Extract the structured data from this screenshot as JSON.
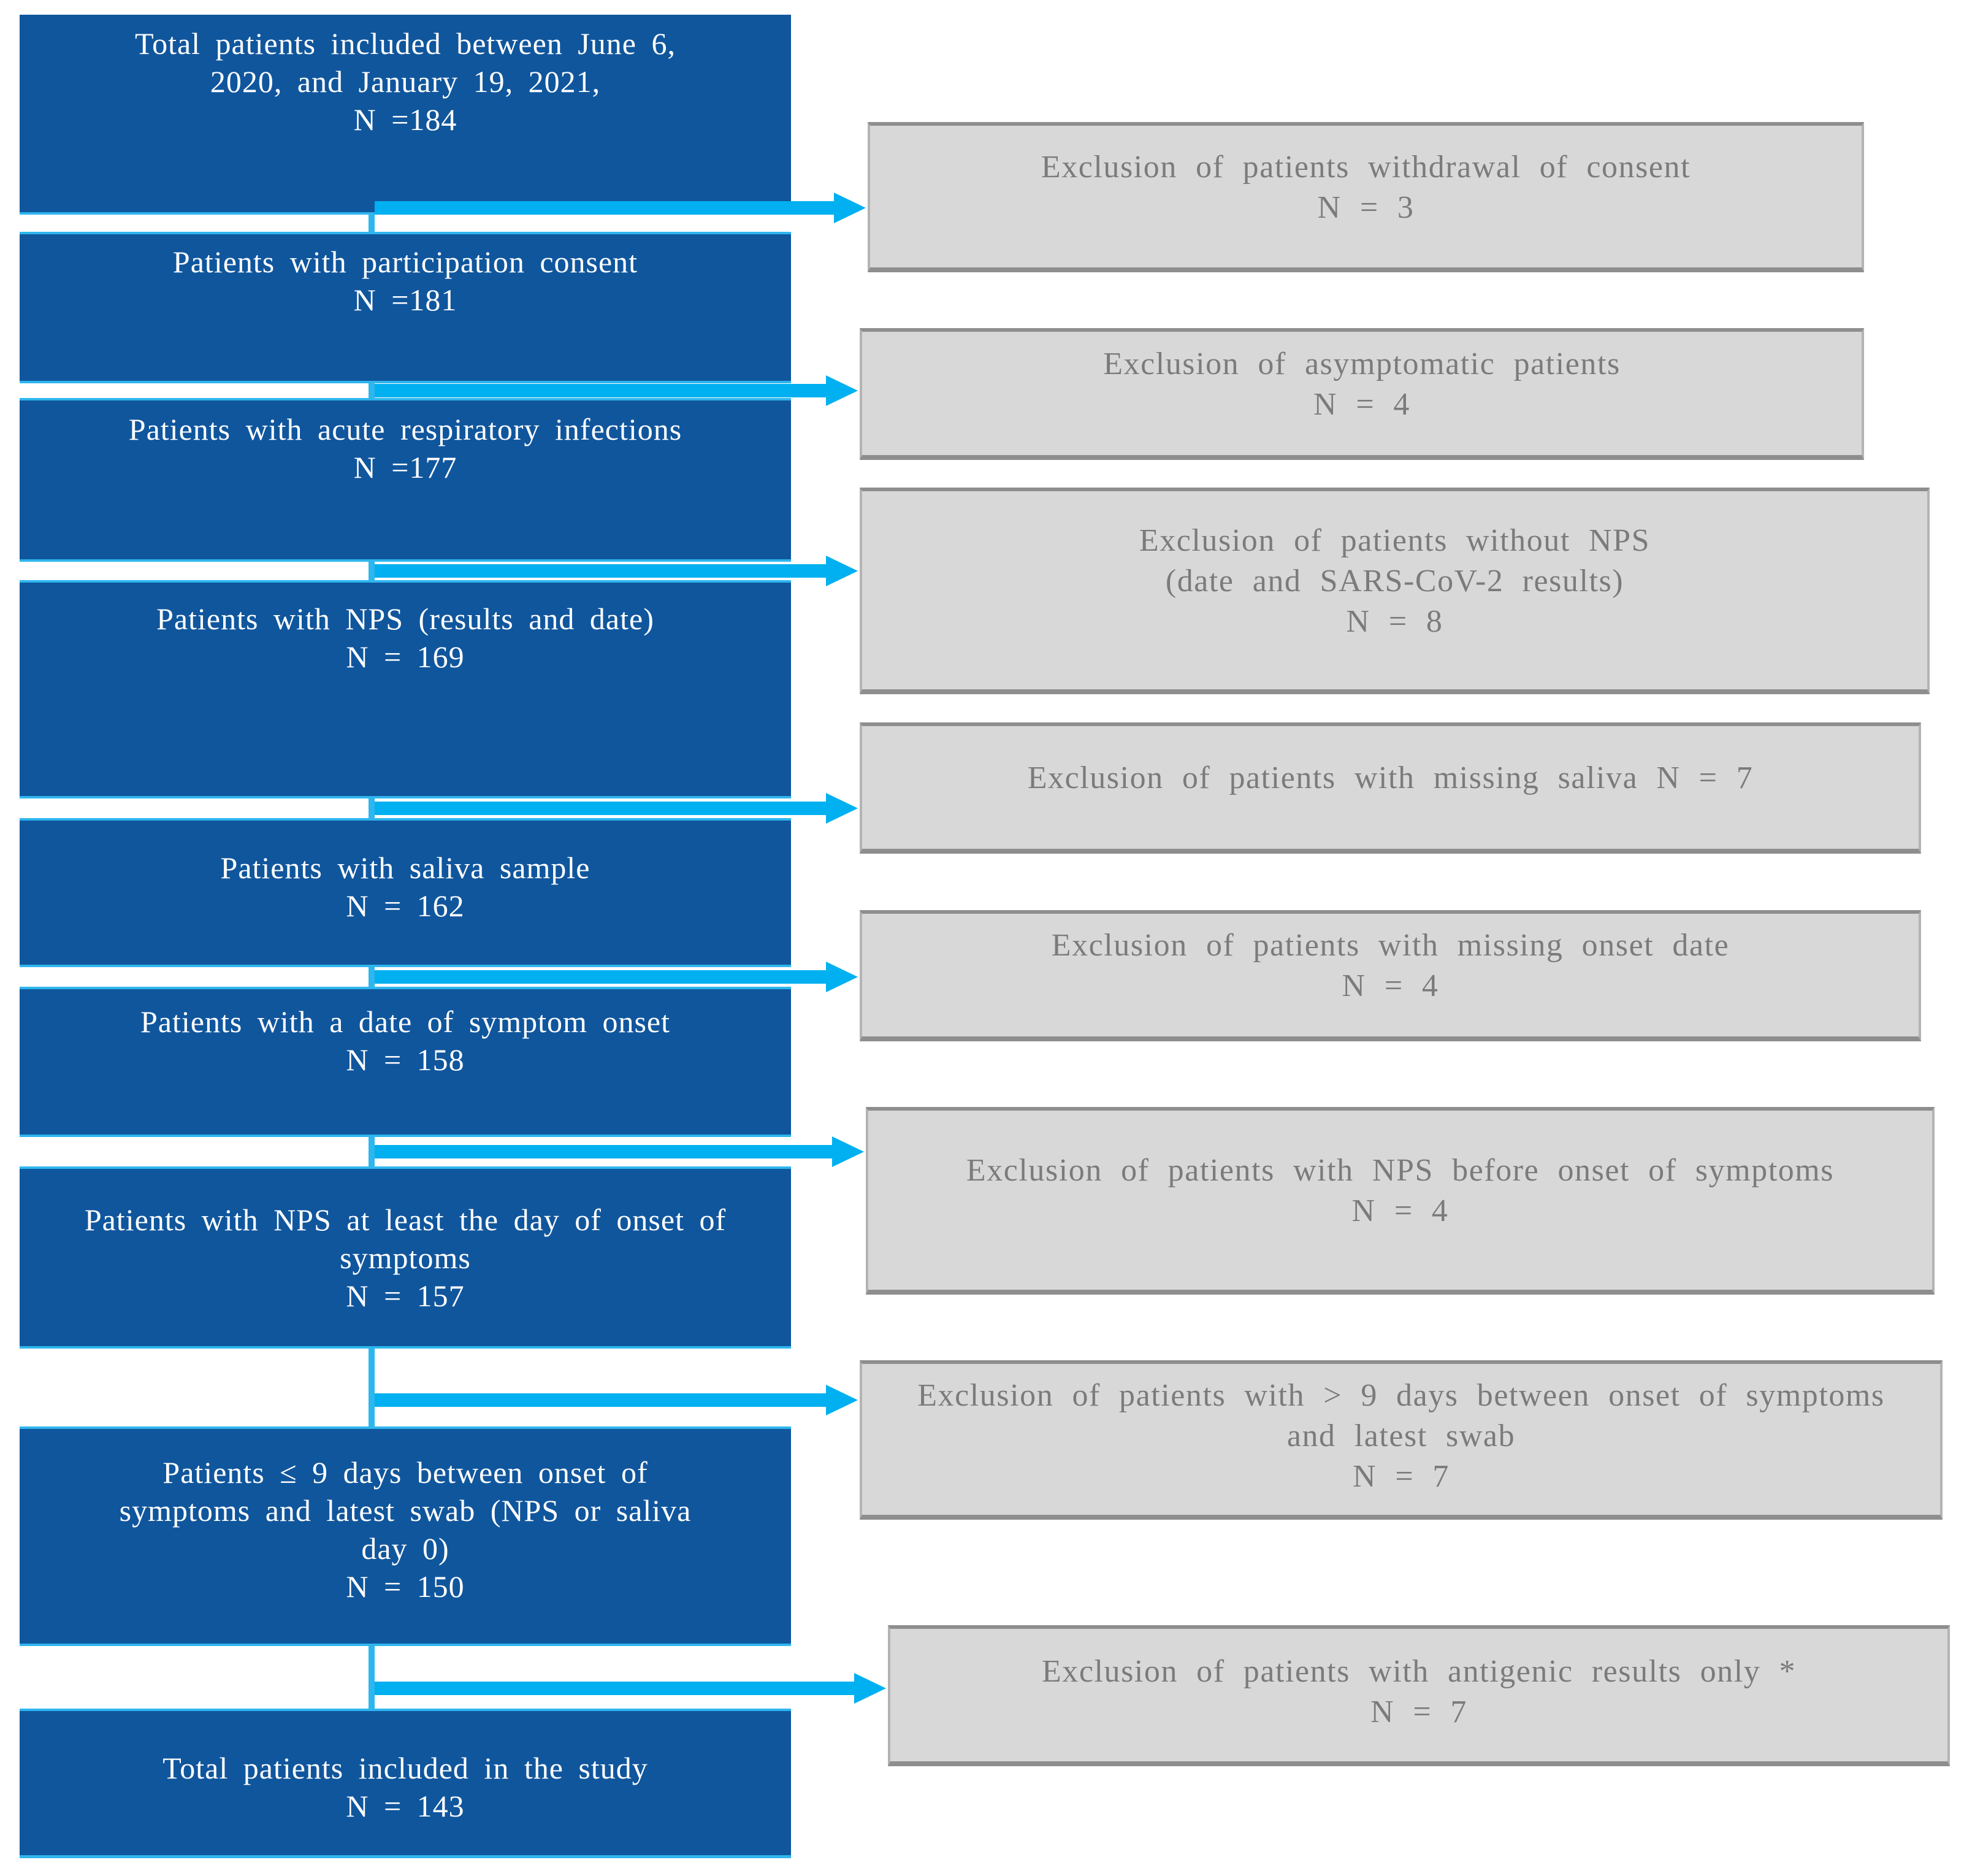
{
  "diagram": {
    "type": "patient-flowchart",
    "colors": {
      "flow_box_fill": "#10569d",
      "flow_box_text": "#ffffff",
      "arrow_cyan": "#00b0f0",
      "connector_cyan": "#2eb6ee",
      "exclusion_fill": "#d8d8d8",
      "exclusion_border": "#8e8e8e",
      "exclusion_text": "#7b7b7b"
    },
    "main_boxes": [
      {
        "lines": [
          "Total patients included between June 6,",
          "2020, and January 19, 2021,",
          "N =184"
        ]
      },
      {
        "lines": [
          "Patients with participation consent",
          "N =181"
        ]
      },
      {
        "lines": [
          "Patients with acute respiratory infections",
          "N =177"
        ]
      },
      {
        "lines": [
          "Patients with NPS (results and date)",
          "N = 169"
        ]
      },
      {
        "lines": [
          "Patients with saliva sample",
          "N = 162"
        ]
      },
      {
        "lines": [
          "Patients with a date of symptom onset",
          "N = 158"
        ]
      },
      {
        "lines": [
          "Patients with NPS at least the day of onset of",
          "symptoms",
          "N = 157"
        ]
      },
      {
        "lines": [
          "Patients ≤ 9 days between onset of",
          "symptoms and latest swab (NPS or saliva",
          "day 0)",
          "N = 150"
        ]
      },
      {
        "lines": [
          "Total patients included in the study",
          "N = 143"
        ]
      }
    ],
    "exclusion_boxes": [
      {
        "lines": [
          "Exclusion of patients withdrawal of consent",
          "N = 3"
        ]
      },
      {
        "lines": [
          "Exclusion of asymptomatic patients",
          "N = 4"
        ]
      },
      {
        "lines": [
          "Exclusion of patients without NPS",
          "(date and SARS-CoV-2 results)",
          "N = 8"
        ]
      },
      {
        "lines": [
          "Exclusion of patients with missing saliva N = 7"
        ]
      },
      {
        "lines": [
          "Exclusion of patients with missing onset date",
          "N = 4"
        ]
      },
      {
        "lines": [
          "Exclusion of patients with NPS before onset of symptoms",
          "N = 4"
        ]
      },
      {
        "lines": [
          "Exclusion of patients with > 9 days between onset of symptoms",
          "and latest swab",
          "N = 7"
        ]
      },
      {
        "lines": [
          "Exclusion of patients with antigenic results only *",
          "N = 7"
        ]
      }
    ]
  }
}
